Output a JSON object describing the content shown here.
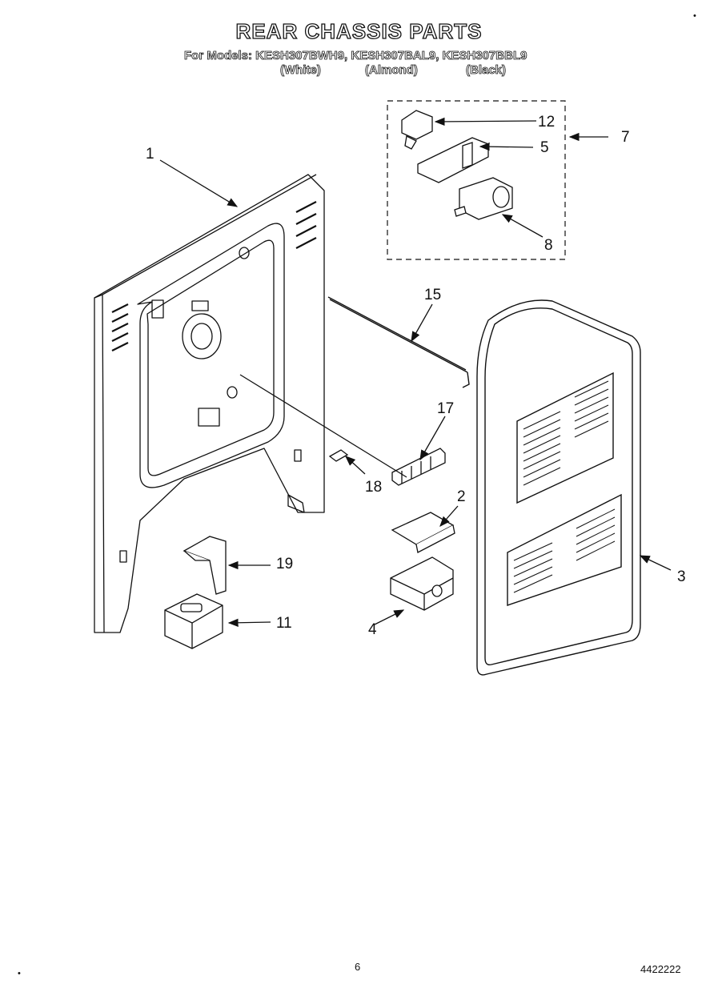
{
  "header": {
    "title": "REAR CHASSIS PARTS",
    "models_line": "For Models: KESH307BWH9, KESH307BAL9, KESH307BBL9",
    "colors": [
      "(White)",
      "(Almond)",
      "(Black)"
    ]
  },
  "callouts": {
    "c1": "1",
    "c2": "2",
    "c3": "3",
    "c4": "4",
    "c5": "5",
    "c7": "7",
    "c8": "8",
    "c11": "11",
    "c12": "12",
    "c15": "15",
    "c17": "17",
    "c18": "18",
    "c19": "19"
  },
  "footer": {
    "page": "6",
    "doc_number": "4422222"
  }
}
